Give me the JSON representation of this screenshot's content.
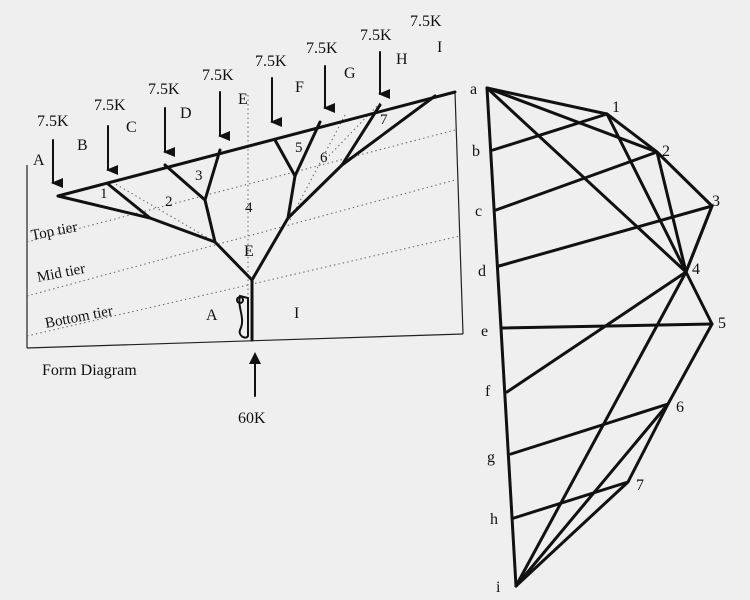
{
  "form": {
    "zone_labels": {
      "A_top": "A",
      "B": "B",
      "C": "C",
      "D": "D",
      "E_top": "E",
      "F": "F",
      "G": "G",
      "H": "H",
      "I_top": "I",
      "A_bottom": "A",
      "I_bottom": "I",
      "E_center": "E"
    },
    "load_labels": [
      "7.5K",
      "7.5K",
      "7.5K",
      "7.5K",
      "7.5K",
      "7.5K",
      "7.5K",
      "7.5K"
    ],
    "node_labels": [
      "1",
      "2",
      "3",
      "4",
      "5",
      "6",
      "7"
    ],
    "tiers": {
      "top": "Top tier",
      "mid": "Mid tier",
      "bottom": "Bottom tier"
    },
    "caption": "Form Diagram",
    "reaction": "60K"
  },
  "force": {
    "left_labels": [
      "a",
      "b",
      "c",
      "d",
      "e",
      "f",
      "g",
      "h",
      "i"
    ],
    "right_labels": [
      "1",
      "2",
      "3",
      "4",
      "5",
      "6",
      "7"
    ]
  }
}
